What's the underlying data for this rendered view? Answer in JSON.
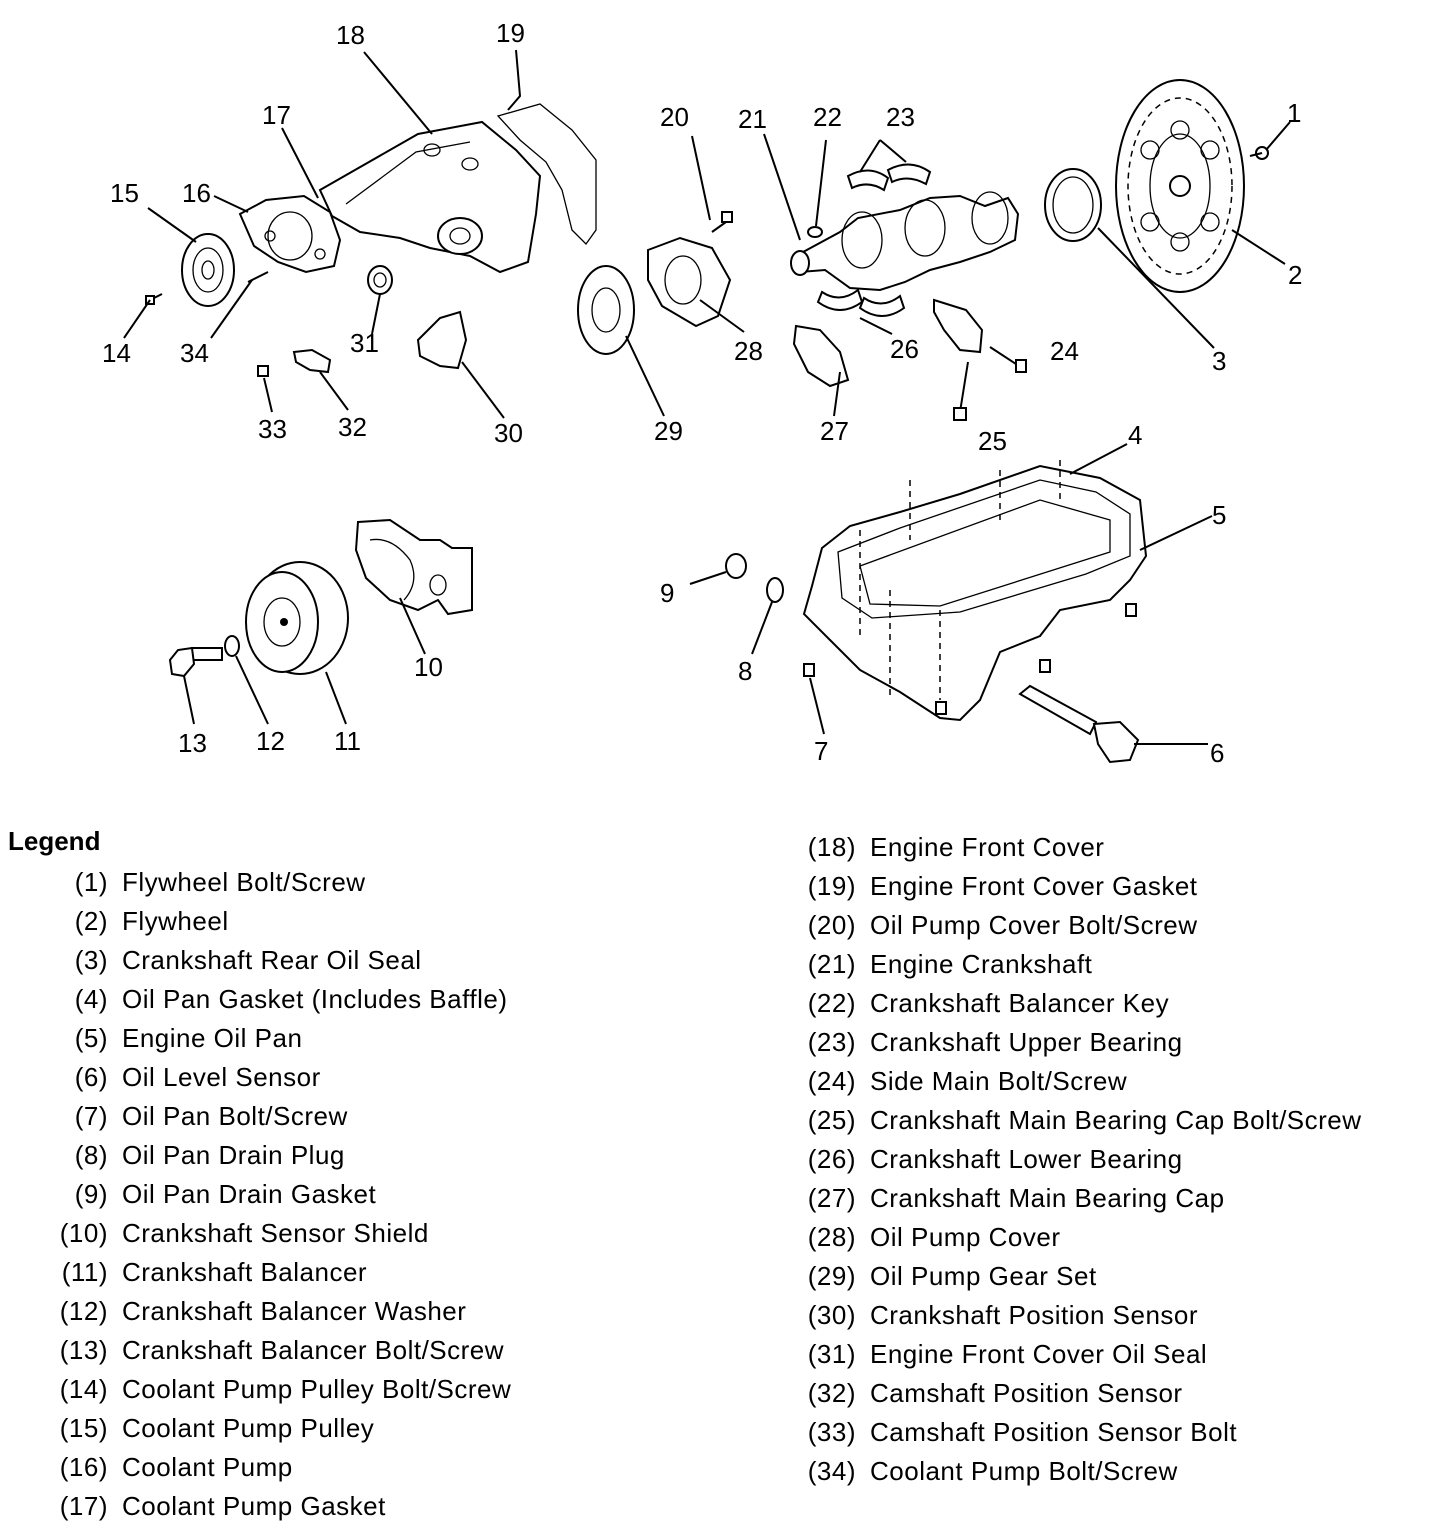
{
  "diagram": {
    "callouts": [
      "1",
      "2",
      "3",
      "4",
      "5",
      "6",
      "7",
      "8",
      "9",
      "10",
      "11",
      "12",
      "13",
      "14",
      "15",
      "16",
      "17",
      "18",
      "19",
      "20",
      "21",
      "22",
      "23",
      "24",
      "25",
      "26",
      "27",
      "28",
      "29",
      "30",
      "31",
      "32",
      "33",
      "34"
    ]
  },
  "legend": {
    "title": "Legend",
    "left": [
      {
        "num": "(1)",
        "text": "Flywheel Bolt/Screw"
      },
      {
        "num": "(2)",
        "text": "Flywheel"
      },
      {
        "num": "(3)",
        "text": "Crankshaft Rear Oil Seal"
      },
      {
        "num": "(4)",
        "text": "Oil Pan Gasket (Includes Baffle)"
      },
      {
        "num": "(5)",
        "text": "Engine Oil Pan"
      },
      {
        "num": "(6)",
        "text": "Oil Level Sensor"
      },
      {
        "num": "(7)",
        "text": "Oil Pan Bolt/Screw"
      },
      {
        "num": "(8)",
        "text": "Oil Pan Drain Plug"
      },
      {
        "num": "(9)",
        "text": "Oil Pan Drain Gasket"
      },
      {
        "num": "(10)",
        "text": "Crankshaft Sensor Shield"
      },
      {
        "num": "(11)",
        "text": "Crankshaft Balancer"
      },
      {
        "num": "(12)",
        "text": "Crankshaft Balancer Washer"
      },
      {
        "num": "(13)",
        "text": "Crankshaft Balancer Bolt/Screw"
      },
      {
        "num": "(14)",
        "text": "Coolant Pump Pulley Bolt/Screw"
      },
      {
        "num": "(15)",
        "text": "Coolant Pump Pulley"
      },
      {
        "num": "(16)",
        "text": "Coolant Pump"
      },
      {
        "num": "(17)",
        "text": "Coolant Pump Gasket"
      }
    ],
    "right": [
      {
        "num": "(18)",
        "text": "Engine Front Cover"
      },
      {
        "num": "(19)",
        "text": "Engine Front Cover Gasket"
      },
      {
        "num": "(20)",
        "text": "Oil Pump Cover Bolt/Screw"
      },
      {
        "num": "(21)",
        "text": "Engine Crankshaft"
      },
      {
        "num": "(22)",
        "text": "Crankshaft Balancer Key"
      },
      {
        "num": "(23)",
        "text": "Crankshaft Upper Bearing"
      },
      {
        "num": "(24)",
        "text": "Side Main Bolt/Screw"
      },
      {
        "num": "(25)",
        "text": "Crankshaft Main Bearing Cap Bolt/Screw"
      },
      {
        "num": "(26)",
        "text": "Crankshaft Lower Bearing"
      },
      {
        "num": "(27)",
        "text": "Crankshaft Main Bearing Cap"
      },
      {
        "num": "(28)",
        "text": "Oil Pump Cover"
      },
      {
        "num": "(29)",
        "text": "Oil Pump Gear Set"
      },
      {
        "num": "(30)",
        "text": "Crankshaft Position Sensor"
      },
      {
        "num": "(31)",
        "text": "Engine Front Cover Oil Seal"
      },
      {
        "num": "(32)",
        "text": "Camshaft Position Sensor"
      },
      {
        "num": "(33)",
        "text": "Camshaft Position Sensor Bolt"
      },
      {
        "num": "(34)",
        "text": "Coolant Pump Bolt/Screw"
      }
    ]
  }
}
